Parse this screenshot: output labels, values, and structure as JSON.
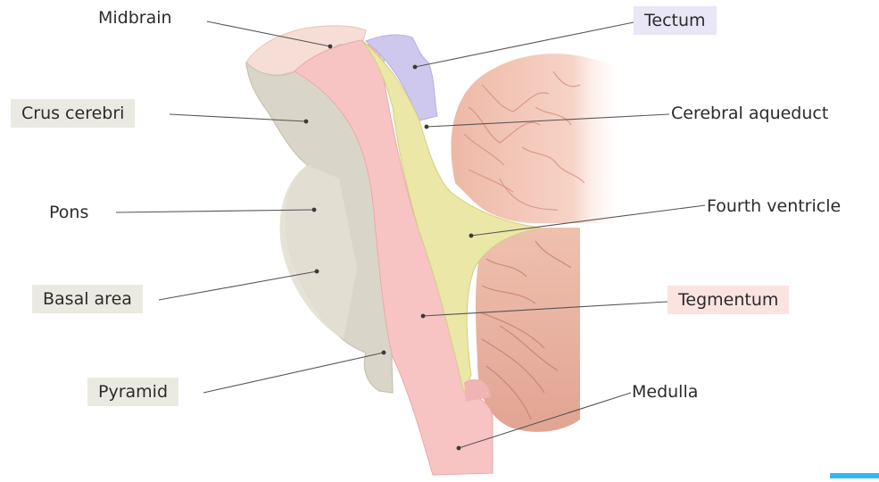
{
  "labels": {
    "midbrain": "Midbrain",
    "tectum": "Tectum",
    "crus_cerebri": "Crus cerebri",
    "cerebral_aqueduct": "Cerebral aqueduct",
    "pons": "Pons",
    "fourth_ventricle": "Fourth ventricle",
    "basal_area": "Basal area",
    "tegmentum": "Tegmentum",
    "pyramid": "Pyramid",
    "medulla": "Medulla"
  },
  "colors": {
    "midbrain_cap": "#f6ddd5",
    "basal_gray": "#d9d6c9",
    "tegmentum_pink": "#f8c3c3",
    "tectum_lavender": "#cfc8ee",
    "ventricle_yellow": "#ebe7a6",
    "cerebellum_pink": "#f0c4b4",
    "label_bg_gray": "#ebeae2",
    "label_bg_lavender": "#e9e6f8",
    "label_bg_pink": "#fbe3e0",
    "leader_line": "#555555"
  }
}
